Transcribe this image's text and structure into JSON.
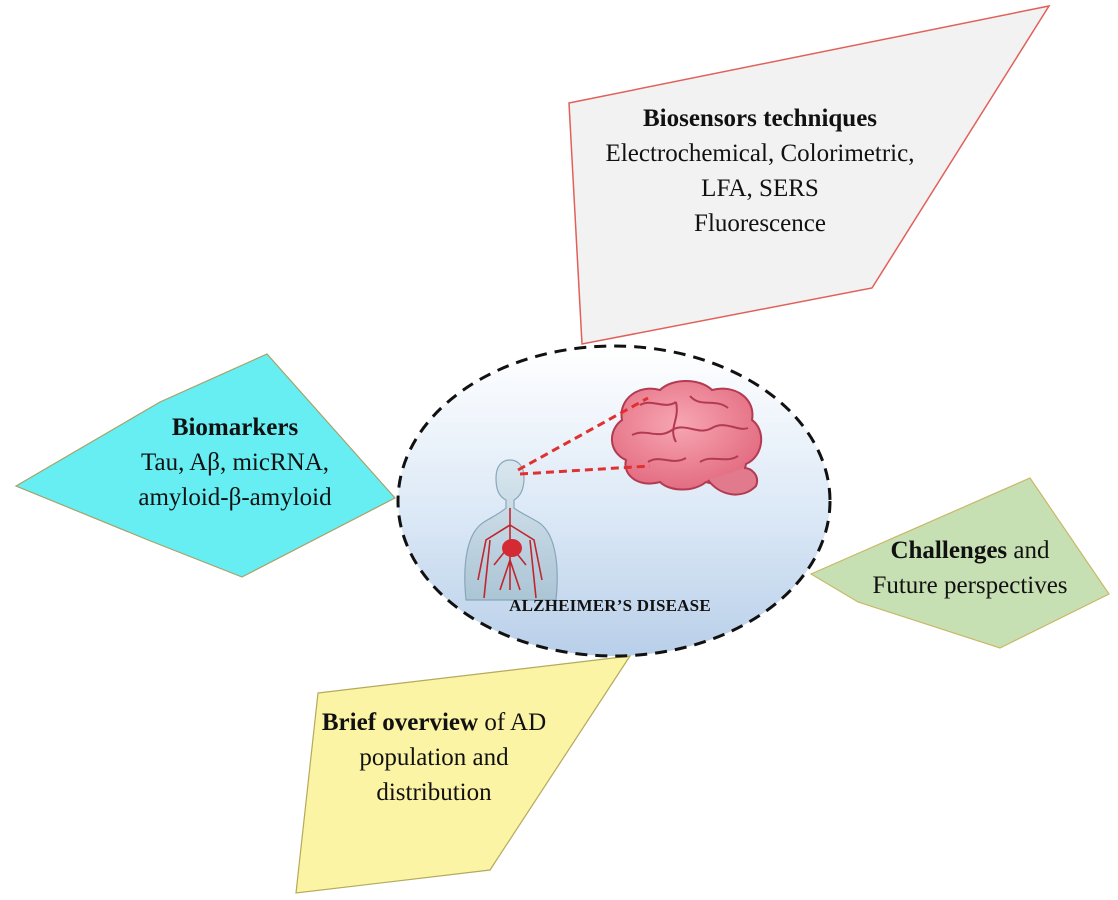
{
  "center": {
    "title": "ALZHEIMER’S DISEASE"
  },
  "nodes": {
    "biosensors": {
      "heading": "Biosensors techniques",
      "line1": "Electrochemical, Colorimetric,",
      "line2": "LFA, SERS",
      "line3": "Fluorescence",
      "fill": "#f2f2f2",
      "stroke": "#e0605a"
    },
    "biomarkers": {
      "heading": "Biomarkers",
      "line1": "Tau, Aβ, micRNA,",
      "line2": "amyloid-β-amyloid",
      "fill": "#66eef2",
      "stroke": "#a8a26a"
    },
    "challenges": {
      "heading": "Challenges",
      "heading_rest": " and",
      "line1": "Future perspectives",
      "fill": "#c6e0b4",
      "stroke": "#c9b866"
    },
    "overview": {
      "heading": "Brief overview",
      "heading_rest": " of AD",
      "line1": "population and",
      "line2": "distribution",
      "fill": "#fbf4a4",
      "stroke": "#b5a95c"
    }
  }
}
